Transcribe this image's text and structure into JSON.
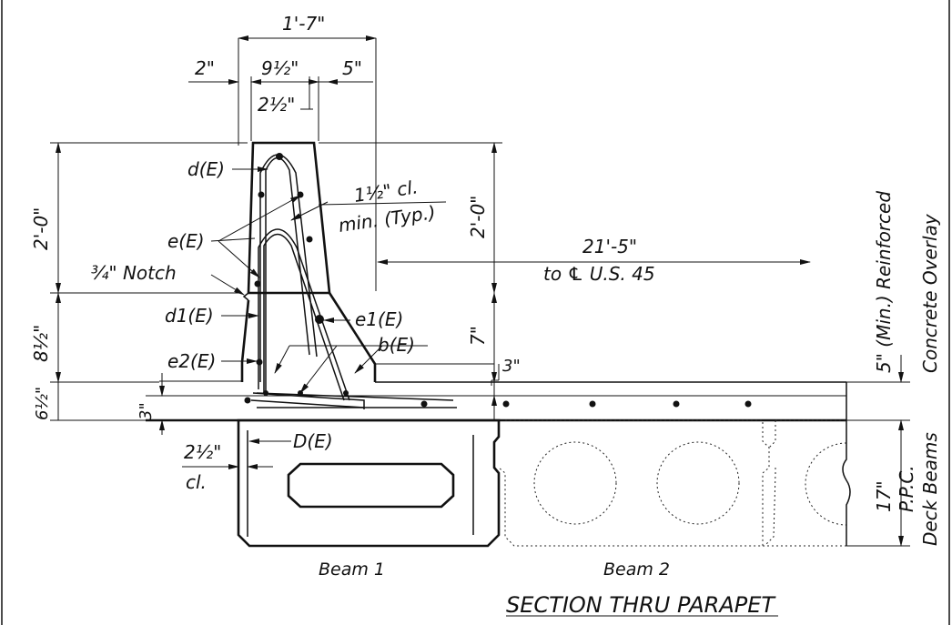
{
  "title": "SECTION THRU PARAPET",
  "dims": {
    "overall_width": "1'-7\"",
    "left_offset": "2\"",
    "wall_top": "9½\"",
    "right_offset": "5\"",
    "inner": "2½\"",
    "height_left": "2'-0\"",
    "height_right": "2'-0\"",
    "lower_left": "8½\"",
    "base_left": "6½\"",
    "small_left": "3\"",
    "seven": "7\"",
    "three_right": "3\"",
    "clear_left": "2½\"",
    "clear_label": "cl.",
    "distance": "21'-5\"",
    "distance_to": "to ℄ U.S. 45",
    "overlay": "5\" (Min.) Reinforced",
    "overlay2": "Concrete Overlay",
    "beam_depth": "17\"",
    "deck1": "P.P.C.",
    "deck2": "Deck Beams"
  },
  "labels": {
    "d": "d(E)",
    "e": "e(E)",
    "notch": "¾\" Notch",
    "d1": "d1(E)",
    "e2": "e2(E)",
    "e1": "e1(E)",
    "b": "b(E)",
    "D": "D(E)",
    "cover1": "1½\" cl.",
    "cover2": "min. (Typ.)"
  },
  "beams": [
    "Beam 1",
    "Beam 2"
  ]
}
